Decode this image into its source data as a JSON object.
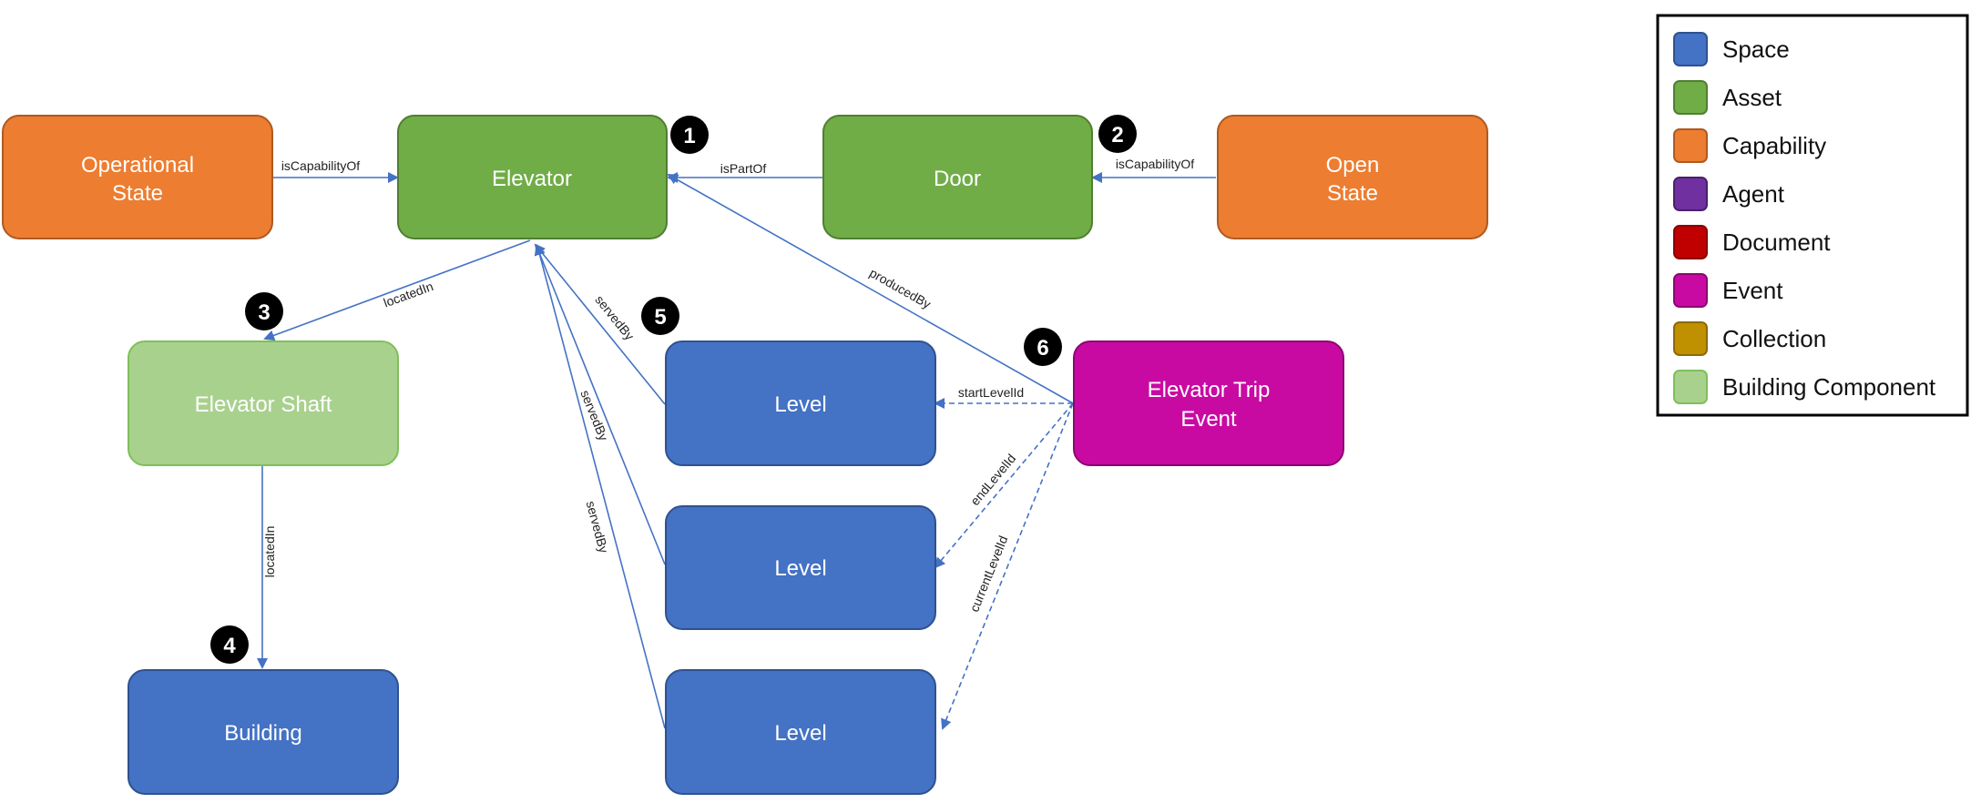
{
  "nodes": {
    "operational_state": {
      "line1": "Operational",
      "line2": "State"
    },
    "elevator": {
      "label": "Elevator"
    },
    "door": {
      "label": "Door"
    },
    "open_state": {
      "line1": "Open",
      "line2": "State"
    },
    "elevator_shaft": {
      "label": "Elevator Shaft"
    },
    "building": {
      "label": "Building"
    },
    "level_1": {
      "label": "Level"
    },
    "level_2": {
      "label": "Level"
    },
    "level_3": {
      "label": "Level"
    },
    "elevator_trip_event": {
      "line1": "Elevator Trip",
      "line2": "Event"
    }
  },
  "edges": {
    "is_capability_of_1": "isCapabilityOf",
    "is_part_of": "isPartOf",
    "is_capability_of_2": "isCapabilityOf",
    "located_in_1": "locatedIn",
    "located_in_2": "locatedIn",
    "served_by_1": "servedBy",
    "served_by_2": "servedBy",
    "served_by_3": "servedBy",
    "produced_by": "producedBy",
    "start_level_id": "startLevelId",
    "end_level_id": "endLevelId",
    "current_level_id": "currentLevelId"
  },
  "badges": {
    "b1": "1",
    "b2": "2",
    "b3": "3",
    "b4": "4",
    "b5": "5",
    "b6": "6"
  },
  "legend": {
    "items": [
      {
        "label": "Space",
        "color": "#4472C4",
        "border": "#2F528F"
      },
      {
        "label": "Asset",
        "color": "#70AD47",
        "border": "#507E32"
      },
      {
        "label": "Capability",
        "color": "#ED7D31",
        "border": "#AE5A21"
      },
      {
        "label": "Agent",
        "color": "#7030A0",
        "border": "#4B1F6C"
      },
      {
        "label": "Document",
        "color": "#C00000",
        "border": "#8B0000"
      },
      {
        "label": "Event",
        "color": "#C90AA2",
        "border": "#8C0771"
      },
      {
        "label": "Collection",
        "color": "#BF9000",
        "border": "#8C6A00"
      },
      {
        "label": "Building Component",
        "color": "#A9D18E",
        "border": "#7FBF5A"
      }
    ]
  },
  "colors": {
    "space": "#4472C4",
    "asset": "#70AD47",
    "capability": "#ED7D31",
    "event": "#C90AA2",
    "building_component": "#A9D18E",
    "edge": "#4472C4"
  }
}
